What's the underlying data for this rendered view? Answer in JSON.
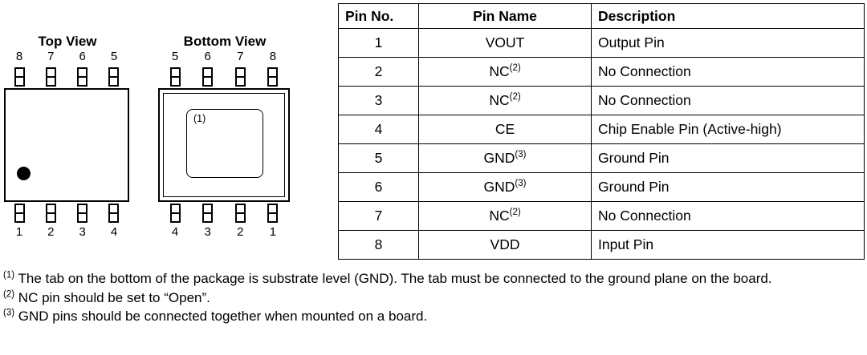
{
  "diagram": {
    "top_view": {
      "label": "Top View",
      "top_pins": [
        "8",
        "7",
        "6",
        "5"
      ],
      "bottom_pins": [
        "1",
        "2",
        "3",
        "4"
      ]
    },
    "bottom_view": {
      "label": "Bottom View",
      "top_pins": [
        "5",
        "6",
        "7",
        "8"
      ],
      "bottom_pins": [
        "4",
        "3",
        "2",
        "1"
      ],
      "tab_note": "(1)"
    }
  },
  "table": {
    "headers": [
      "Pin No.",
      "Pin Name",
      "Description"
    ],
    "rows": [
      {
        "no": "1",
        "name": "VOUT",
        "sup": "",
        "desc": "Output Pin"
      },
      {
        "no": "2",
        "name": "NC",
        "sup": "(2)",
        "desc": "No Connection"
      },
      {
        "no": "3",
        "name": "NC",
        "sup": "(2)",
        "desc": "No Connection"
      },
      {
        "no": "4",
        "name": "CE",
        "sup": "",
        "desc": "Chip Enable Pin (Active-high)"
      },
      {
        "no": "5",
        "name": "GND",
        "sup": "(3)",
        "desc": "Ground Pin"
      },
      {
        "no": "6",
        "name": "GND",
        "sup": "(3)",
        "desc": "Ground Pin"
      },
      {
        "no": "7",
        "name": "NC",
        "sup": "(2)",
        "desc": "No Connection"
      },
      {
        "no": "8",
        "name": "VDD",
        "sup": "",
        "desc": "Input Pin"
      }
    ]
  },
  "footnotes": [
    {
      "sup": "(1)",
      "text": "The tab on the bottom of the package is substrate level (GND). The tab must be connected to the ground plane on the board."
    },
    {
      "sup": "(2)",
      "text": "NC pin should be set to “Open”."
    },
    {
      "sup": "(3)",
      "text": "GND pins should be connected together when mounted on a board."
    }
  ]
}
